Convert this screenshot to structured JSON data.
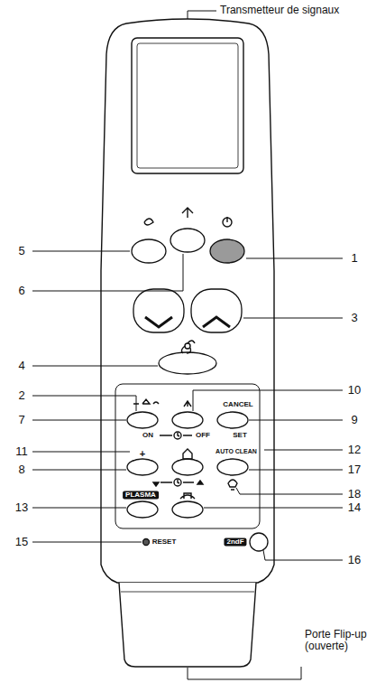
{
  "diagram": {
    "labels": [
      "Transmetteur de signaux",
      "5",
      "6",
      "1",
      "3",
      "4",
      "2",
      "10",
      "7",
      "9",
      "11",
      "12",
      "8",
      "17",
      "18",
      "13",
      "14",
      "15",
      "16",
      "Porte Flip-up (ouverte)",
      "CANCEL",
      "SET",
      "ON",
      "OFF",
      "+",
      "AUTO CLEAN",
      "PLASMA",
      "RESET",
      "2ndF"
    ]
  }
}
